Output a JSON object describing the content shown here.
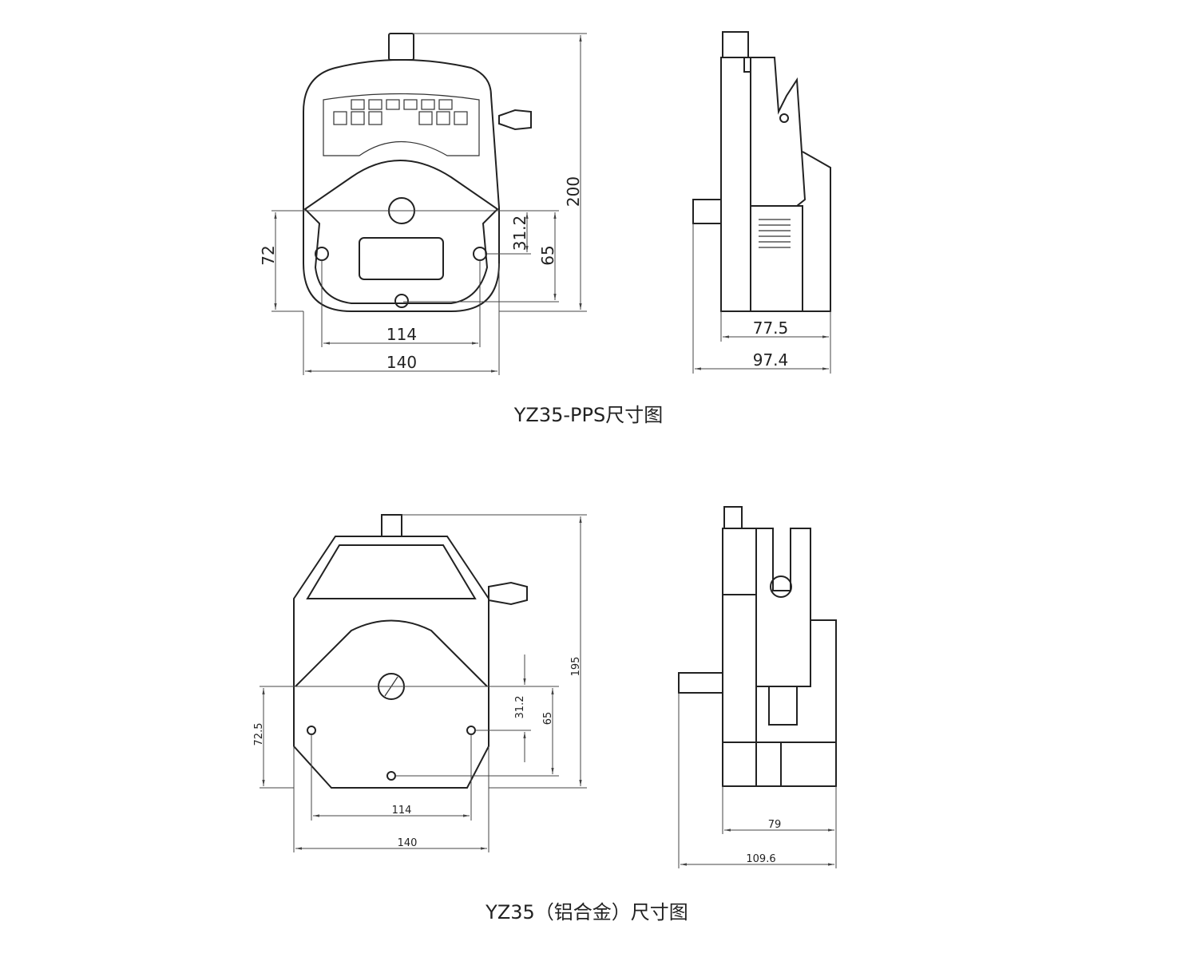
{
  "top_drawing": {
    "caption": "YZ35-PPS尺寸图",
    "front_dims": {
      "height": "200",
      "mount_height": "72",
      "offset": "31.2",
      "hole_height": "65",
      "hole_span": "114",
      "width": "140"
    },
    "side_dims": {
      "depth_inner": "77.5",
      "depth_total": "97.4"
    }
  },
  "bottom_drawing": {
    "caption": "YZ35（铝合金）尺寸图",
    "front_dims": {
      "height": "195",
      "mount_height": "72.5",
      "offset": "31.2",
      "hole_height": "65",
      "hole_span": "114",
      "width": "140"
    },
    "side_dims": {
      "depth_inner": "79",
      "depth_total": "109.6"
    }
  }
}
